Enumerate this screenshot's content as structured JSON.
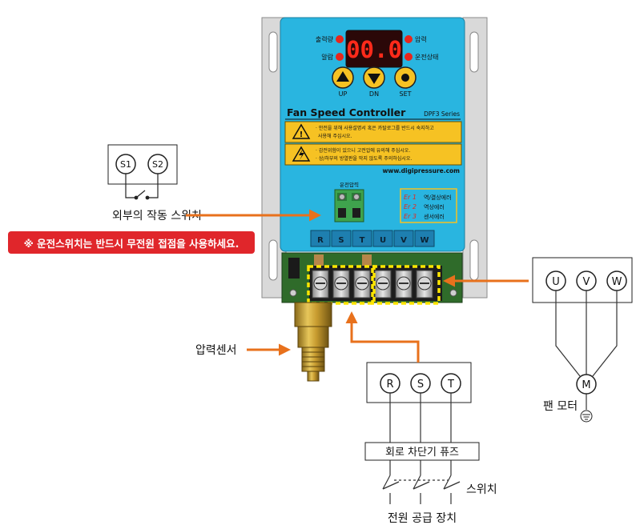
{
  "device": {
    "model_title": "Fan Speed Controller",
    "series": "DPF3 Series",
    "display_value": "00.0",
    "indicator_left_top": "출력량",
    "indicator_left_bottom": "알람",
    "indicator_right_top": "압력",
    "indicator_right_bottom": "운전상태",
    "buttons": [
      {
        "label": "UP",
        "icon": "triangle-up-icon"
      },
      {
        "label": "DN",
        "icon": "triangle-down-icon"
      },
      {
        "label": "SET",
        "icon": "dot-icon"
      }
    ],
    "warning_1_line1": "· 안전을 위해 사용설명서 혹은 카탈로그를 반드시 숙지하고",
    "warning_1_line2": "사용해 주십시오.",
    "warning_2_line1": "· 감전위험이 있으니 고전압에 유의해 주십시오.",
    "warning_2_line2": "· 상/하부의 방열판을 막지 않도록 주의하십시오.",
    "website": "www.digipressure.com",
    "connector_label": "운전압력",
    "errors": [
      {
        "code": "Er 1",
        "text": "역/결상에러"
      },
      {
        "code": "Er 2",
        "text": "역상에러"
      },
      {
        "code": "Er 3",
        "text": "센서에러"
      }
    ],
    "terminals": [
      "R",
      "S",
      "T",
      "U",
      "V",
      "W"
    ]
  },
  "switch_box": {
    "s1": "S1",
    "s2": "S2",
    "caption": "외부의 작동 스위치"
  },
  "notice": "※ 운전스위치는 반드시 무전원 접점을 사용하세요.",
  "pressure_sensor_label": "압력센서",
  "motor_box": {
    "u": "U",
    "v": "V",
    "w": "W",
    "motor": "M",
    "caption": "팬 모터"
  },
  "supply_box": {
    "r": "R",
    "s": "S",
    "t": "T"
  },
  "breaker_label": "회로 차단기 퓨즈",
  "switch_label": "스위치",
  "power_label": "전원 공급 장치",
  "colors": {
    "panel": "#29b5e0",
    "accent_orange": "#e8711c",
    "warn_yellow": "#f6c223",
    "banner_red": "#e0262b"
  }
}
